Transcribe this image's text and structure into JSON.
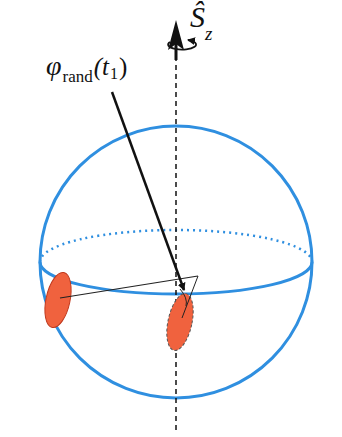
{
  "diagram": {
    "labels": [
      "Ŝ",
      "z",
      "φ",
      "rand",
      "(t",
      "1",
      ")"
    ]
  }
}
